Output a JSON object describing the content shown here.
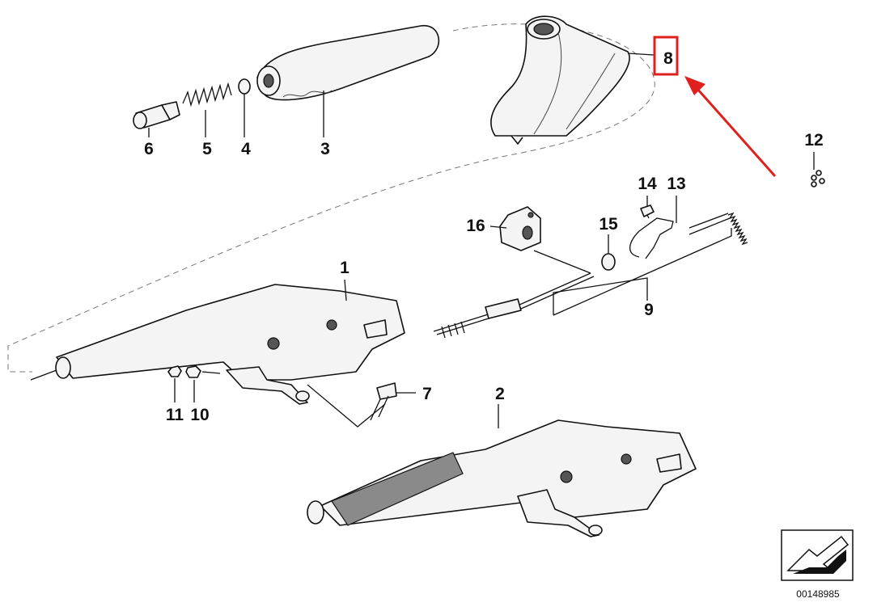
{
  "diagram": {
    "labels": {
      "p1": "1",
      "p2": "2",
      "p3": "3",
      "p4": "4",
      "p5": "5",
      "p6": "6",
      "p7": "7",
      "p8": "8",
      "p9": "9",
      "p10": "10",
      "p11": "11",
      "p12": "12",
      "p13": "13",
      "p14": "14",
      "p15": "15",
      "p16": "16"
    },
    "diagram_id": "00148985",
    "highlighted_part": "8",
    "highlight_color": "#e0201e",
    "icons": [
      "orientation-arrow-icon"
    ]
  }
}
